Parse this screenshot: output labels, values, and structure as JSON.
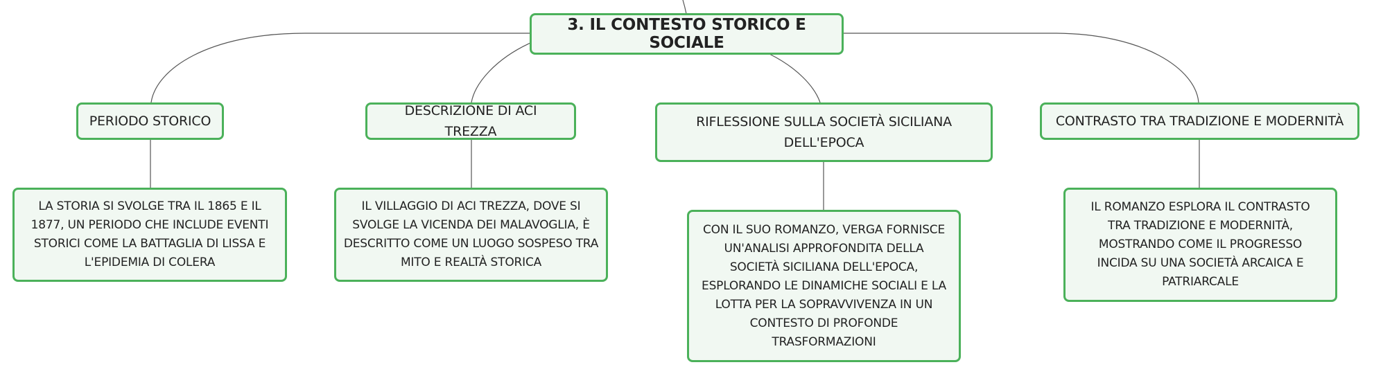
{
  "root": {
    "label": "3. IL CONTESTO STORICO E SOCIALE"
  },
  "branches": [
    {
      "label": "PERIODO STORICO",
      "detail": "LA STORIA SI SVOLGE TRA IL 1865 E IL 1877, UN PERIODO CHE INCLUDE EVENTI STORICI COME LA BATTAGLIA DI LISSA E L'EPIDEMIA DI COLERA"
    },
    {
      "label": "DESCRIZIONE DI ACI TREZZA",
      "detail": "IL VILLAGGIO DI ACI TREZZA, DOVE SI SVOLGE LA VICENDA DEI MALAVOGLIA, È DESCRITTO COME UN LUOGO SOSPESO TRA MITO E REALTÀ STORICA"
    },
    {
      "label": "RIFLESSIONE SULLA SOCIETÀ SICILIANA DELL'EPOCA",
      "detail": "CON IL SUO ROMANZO, VERGA FORNISCE UN'ANALISI APPROFONDITA DELLA SOCIETÀ SICILIANA DELL'EPOCA, ESPLORANDO LE DINAMICHE SOCIALI E LA LOTTA PER LA SOPRAVVIVENZA IN UN CONTESTO DI PROFONDE TRASFORMAZIONI"
    },
    {
      "label": "CONTRASTO TRA TRADIZIONE E MODERNITÀ",
      "detail": "IL ROMANZO ESPLORA IL CONTRASTO TRA TRADIZIONE E MODERNITÀ, MOSTRANDO COME IL PROGRESSO INCIDA SU UNA SOCIETÀ ARCAICA E PATRIARCALE"
    }
  ]
}
